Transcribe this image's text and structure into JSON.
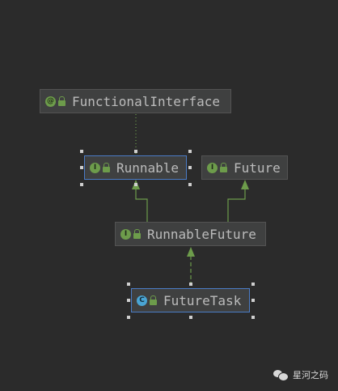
{
  "diagram": {
    "nodes": {
      "functional_interface": {
        "kind": "@",
        "name": "FunctionalInterface"
      },
      "runnable": {
        "kind": "I",
        "name": "Runnable"
      },
      "future": {
        "kind": "I",
        "name": "Future"
      },
      "runnable_future": {
        "kind": "I",
        "name": "RunnableFuture"
      },
      "future_task": {
        "kind": "C",
        "name": "FutureTask"
      }
    },
    "edges": [
      {
        "from": "runnable",
        "to": "functional_interface",
        "type": "annotated-by",
        "style": "dotted"
      },
      {
        "from": "runnable_future",
        "to": "runnable",
        "type": "extends",
        "style": "solid"
      },
      {
        "from": "runnable_future",
        "to": "future",
        "type": "extends",
        "style": "solid"
      },
      {
        "from": "future_task",
        "to": "runnable_future",
        "type": "implements",
        "style": "dashed"
      }
    ],
    "colors": {
      "background": "#2b2b2b",
      "node_fill": "#3f4040",
      "node_text": "#bbbbbb",
      "selected_border": "#4b7cc6",
      "edge_green": "#6d9c4b",
      "interface_icon": "#6d9c4b",
      "class_icon": "#4aa5d4"
    }
  },
  "watermark": {
    "text": "星河之码",
    "icon": "wechat-icon"
  }
}
